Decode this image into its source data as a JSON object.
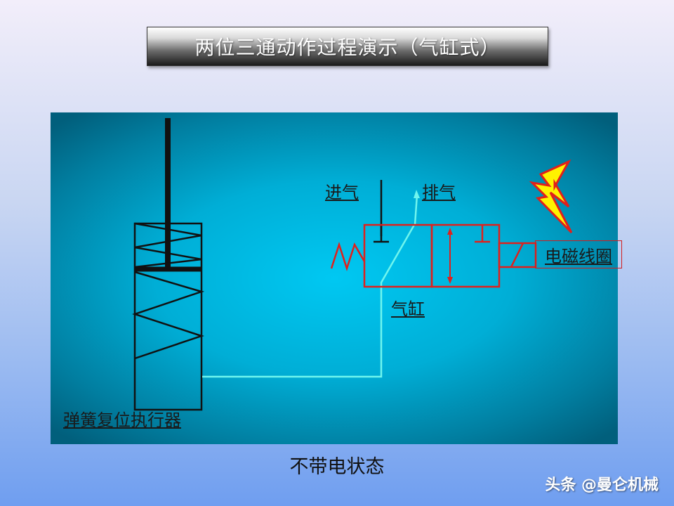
{
  "title": "两位三通动作过程演示（气缸式）",
  "labels": {
    "intake": "进气",
    "exhaust": "排气",
    "coil": "电磁线圈",
    "cylinder": "气缸",
    "actuator": "弹簧复位执行器"
  },
  "caption": "不带电状态",
  "watermark": "头条 @曼仑机械",
  "colors": {
    "valve_red": "#e0201c",
    "air_line": "#6ff5ee",
    "lightning_fill": "#fff200",
    "lightning_stroke": "#e0201c",
    "actuator_line": "#111111"
  }
}
